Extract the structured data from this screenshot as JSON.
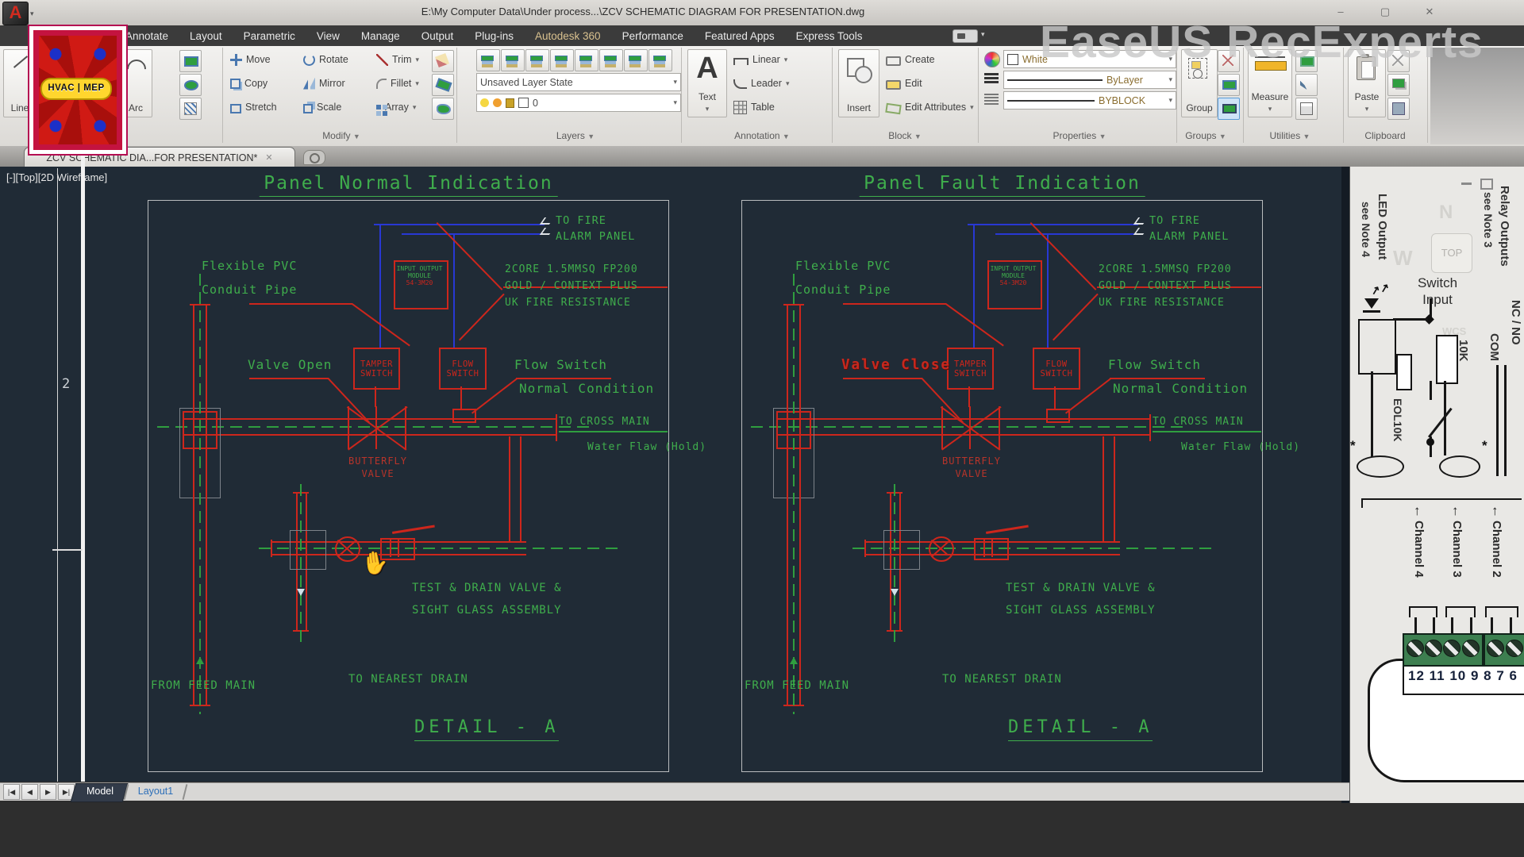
{
  "titlebar": {
    "title": "E:\\My Computer Data\\Under process...\\ZCV SCHEMATIC DIAGRAM FOR PRESENTATION.dwg",
    "minimize": "–",
    "maximize": "▢",
    "close": "✕"
  },
  "menu": {
    "tabs": [
      "Annotate",
      "Layout",
      "Parametric",
      "View",
      "Manage",
      "Output",
      "Plug-ins",
      "Autodesk 360",
      "Performance",
      "Featured Apps",
      "Express Tools"
    ],
    "accent_tab": "Autodesk 360"
  },
  "ribbon": {
    "draw": {
      "line": "Line",
      "arc": "Arc"
    },
    "modify": {
      "label": "Modify",
      "move": "Move",
      "rotate": "Rotate",
      "trim": "Trim",
      "copy": "Copy",
      "mirror": "Mirror",
      "fillet": "Fillet",
      "stretch": "Stretch",
      "scale": "Scale",
      "array": "Array"
    },
    "layers": {
      "label": "Layers",
      "layer_state": "Unsaved Layer State",
      "current_layer": "0"
    },
    "annotation": {
      "label": "Annotation",
      "text": "Text",
      "linear": "Linear",
      "leader": "Leader",
      "table": "Table"
    },
    "block": {
      "label": "Block",
      "insert": "Insert",
      "create": "Create",
      "edit": "Edit",
      "edit_attributes": "Edit Attributes"
    },
    "properties": {
      "label": "Properties",
      "color": "White",
      "linetype": "ByLayer",
      "lineweight": "BYBLOCK"
    },
    "groups": {
      "label": "Groups",
      "group": "Group"
    },
    "utilities": {
      "label": "Utilities",
      "measure": "Measure"
    },
    "clipboard": {
      "label": "Clipboard",
      "paste": "Paste"
    }
  },
  "logo_badge": "HVAC | MEP",
  "filetab": {
    "label": "ZCV SCHEMATIC DIA...FOR PRESENTATION*",
    "close": "✕"
  },
  "viewport": {
    "label": "[-][Top][2D Wireframe]",
    "margin_number": "2"
  },
  "diagrams": [
    {
      "title": "Panel Normal Indication",
      "valve_label": "Valve Open",
      "style": "green"
    },
    {
      "title": "Panel Fault Indication",
      "valve_label": "Valve Close",
      "style": "red"
    }
  ],
  "diagram_labels": {
    "to_fire": "TO FIRE",
    "alarm_panel": "ALARM PANEL",
    "cable1": "2CORE 1.5MMSQ FP200",
    "cable2": "GOLD / CONTEXT PLUS",
    "cable3": "UK FIRE RESISTANCE",
    "flexible1": "Flexible PVC",
    "flexible2": "Conduit Pipe",
    "module1": "INPUT OUTPUT",
    "module2": "MODULE",
    "module3": "54-3M20",
    "tamper1": "TAMPER",
    "tamper2": "SWITCH",
    "flow1": "FLOW",
    "flow2": "SWITCH",
    "flow_switch1": "Flow Switch",
    "flow_switch2": "Normal Condition",
    "cross_main": "TO CROSS MAIN",
    "water_flow": "Water Flaw (Hold)",
    "butterfly1": "BUTTERFLY",
    "butterfly2": "VALVE",
    "test1": "TEST & DRAIN VALVE &",
    "test2": "SIGHT GLASS ASSEMBLY",
    "feed_main": "FROM FEED MAIN",
    "nearest_drain": "TO NEAREST DRAIN",
    "detail": "DETAIL  -  A"
  },
  "side_panel": {
    "led_output": "LED Output",
    "led_note": "see Note 4",
    "relay_outputs": "Relay Outputs",
    "relay_note": "see Note 3",
    "nc_no": "NC / NO",
    "com": "COM",
    "switch1": "Switch",
    "switch2": "Input",
    "top_label": "TOP",
    "resistor": "10K",
    "eol": "EOL10K",
    "asterisk": "*",
    "up_arrow": "↑",
    "channels": [
      "Channel 4",
      "Channel 3",
      "Channel 2"
    ],
    "terminal_numbers": "12 11 10 9 8 7 6",
    "ghost_n": "N",
    "ghost_w": "W",
    "ghost_wcs": "WCS"
  },
  "bottom": {
    "nav": [
      "|◀",
      "◀",
      "▶",
      "▶|"
    ],
    "model_tab": "Model",
    "layout_tab": "Layout1"
  },
  "watermark": "EaseUS RecExperts",
  "colors": {
    "green": "#3fae4c",
    "red": "#cd261c",
    "blue": "#2838d4",
    "canvas_bg": "#202b36",
    "terminal_green": "#3d7f50"
  }
}
